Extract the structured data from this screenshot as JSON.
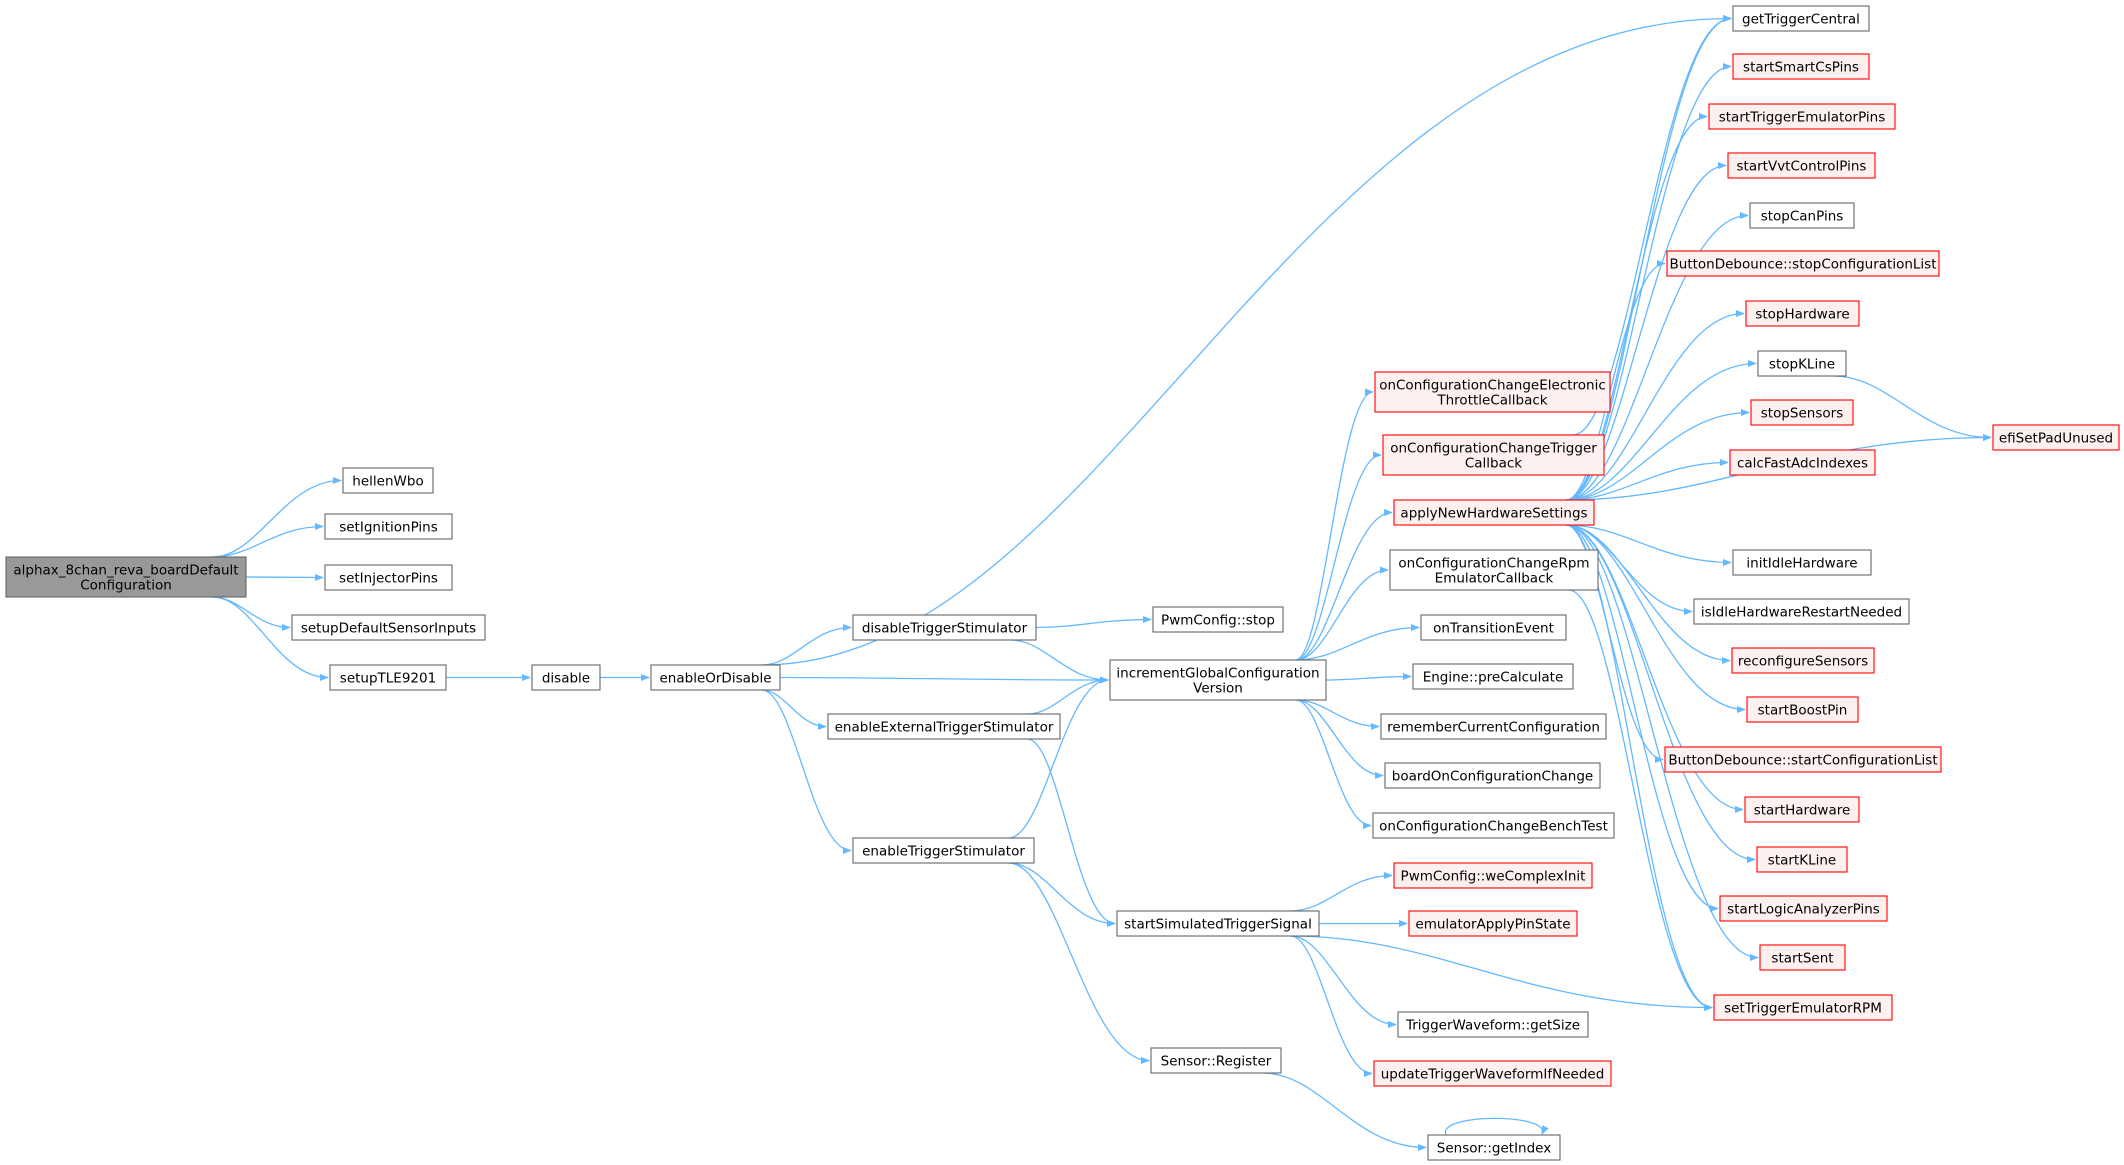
{
  "colors": {
    "edge": "#63b8ff",
    "root_fill": "#999999",
    "root_border": "#666666",
    "node_fill": "#ffffff",
    "node_border": "#666666",
    "missing_fill": "#fff0f0",
    "missing_border": "#ff0000"
  },
  "nodes": {
    "root": [
      "alphax_8chan_reva_boardDefault",
      "Configuration"
    ],
    "hellenWbo": [
      "hellenWbo"
    ],
    "setIgnitionPins": [
      "setIgnitionPins"
    ],
    "setInjectorPins": [
      "setInjectorPins"
    ],
    "setupDefaultSensorInputs": [
      "setupDefaultSensorInputs"
    ],
    "setupTLE9201": [
      "setupTLE9201"
    ],
    "disable": [
      "disable"
    ],
    "enableOrDisable": [
      "enableOrDisable"
    ],
    "disableTriggerStimulator": [
      "disableTriggerStimulator"
    ],
    "enableExternalTriggerStimulator": [
      "enableExternalTriggerStimulator"
    ],
    "enableTriggerStimulator": [
      "enableTriggerStimulator"
    ],
    "pwmStop": [
      "PwmConfig::stop"
    ],
    "incrementGlobalConfigurationVersion": [
      "incrementGlobalConfiguration",
      "Version"
    ],
    "startSimulatedTriggerSignal": [
      "startSimulatedTriggerSignal"
    ],
    "sensorRegister": [
      "Sensor::Register"
    ],
    "sensorGetIndex": [
      "Sensor::getIndex"
    ],
    "onConfigurationChangeElectronicThrottleCallback": [
      "onConfigurationChangeElectronic",
      "ThrottleCallback"
    ],
    "onConfigurationChangeTriggerCallback": [
      "onConfigurationChangeTrigger",
      "Callback"
    ],
    "applyNewHardwareSettings": [
      "applyNewHardwareSettings"
    ],
    "onConfigurationChangeRpmEmulatorCallback": [
      "onConfigurationChangeRpm",
      "EmulatorCallback"
    ],
    "onTransitionEvent": [
      "onTransitionEvent"
    ],
    "enginePreCalculate": [
      "Engine::preCalculate"
    ],
    "rememberCurrentConfiguration": [
      "rememberCurrentConfiguration"
    ],
    "boardOnConfigurationChange": [
      "boardOnConfigurationChange"
    ],
    "onConfigurationChangeBenchTest": [
      "onConfigurationChangeBenchTest"
    ],
    "pwmWeComplexInit": [
      "PwmConfig::weComplexInit"
    ],
    "emulatorApplyPinState": [
      "emulatorApplyPinState"
    ],
    "triggerWaveformGetSize": [
      "TriggerWaveform::getSize"
    ],
    "updateTriggerWaveformIfNeeded": [
      "updateTriggerWaveformIfNeeded"
    ],
    "getTriggerCentral": [
      "getTriggerCentral"
    ],
    "startSmartCsPins": [
      "startSmartCsPins"
    ],
    "startTriggerEmulatorPins": [
      "startTriggerEmulatorPins"
    ],
    "startVvtControlPins": [
      "startVvtControlPins"
    ],
    "stopCanPins": [
      "stopCanPins"
    ],
    "buttonStopConfigurationList": [
      "ButtonDebounce::stopConfigurationList"
    ],
    "stopHardware": [
      "stopHardware"
    ],
    "stopKLine": [
      "stopKLine"
    ],
    "stopSensors": [
      "stopSensors"
    ],
    "calcFastAdcIndexes": [
      "calcFastAdcIndexes"
    ],
    "initIdleHardware": [
      "initIdleHardware"
    ],
    "isIdleHardwareRestartNeeded": [
      "isIdleHardwareRestartNeeded"
    ],
    "reconfigureSensors": [
      "reconfigureSensors"
    ],
    "startBoostPin": [
      "startBoostPin"
    ],
    "buttonStartConfigurationList": [
      "ButtonDebounce::startConfigurationList"
    ],
    "startHardware": [
      "startHardware"
    ],
    "startKLine": [
      "startKLine"
    ],
    "startLogicAnalyzerPins": [
      "startLogicAnalyzerPins"
    ],
    "startSent": [
      "startSent"
    ],
    "setTriggerEmulatorRPM": [
      "setTriggerEmulatorRPM"
    ],
    "efiSetPadUnused": [
      "efiSetPadUnused"
    ]
  }
}
